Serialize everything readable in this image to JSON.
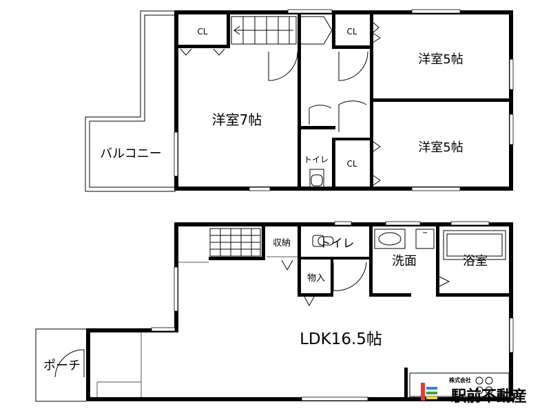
{
  "floor2": {
    "rooms": {
      "western7": "洋室7帖",
      "western5_top": "洋室5帖",
      "western5_bottom": "洋室5帖",
      "balcony": "バルコニー",
      "toilet": "トイレ",
      "closet_a": "CL",
      "closet_b": "CL",
      "closet_c": "CL"
    }
  },
  "floor1": {
    "rooms": {
      "ldk": "LDK16.5帖",
      "storage": "収納",
      "toilet": "トイレ",
      "closet": "物入",
      "washroom": "洗面",
      "bathroom": "浴室",
      "porch": "ポーチ"
    }
  },
  "logo": {
    "sub": "株式会社",
    "name": "駅前不動産",
    "colors": [
      "#e53935",
      "#1e88e5",
      "#43a047",
      "#fdd835"
    ]
  }
}
